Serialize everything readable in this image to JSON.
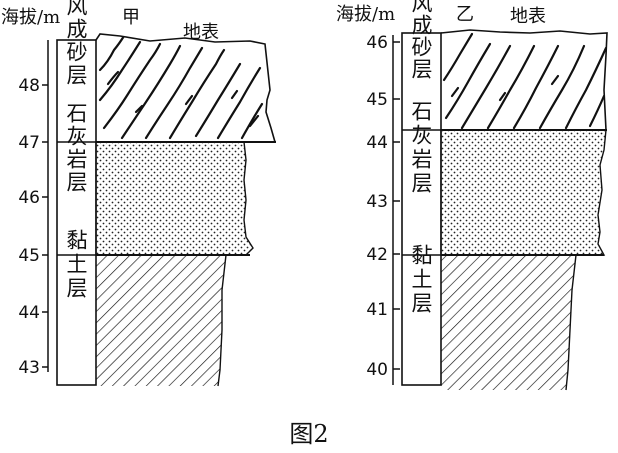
{
  "figure_caption": "图2",
  "columns": [
    {
      "name": "甲",
      "axis_label": "海拔/m",
      "surface_label": "地表",
      "ticks": [
        "48",
        "47",
        "46",
        "45",
        "44",
        "43"
      ],
      "layers": [
        {
          "label": "风成砂层",
          "top_m": 49.0,
          "bottom_m": 47.0,
          "pattern": "wavy-diagonal"
        },
        {
          "label": "石灰岩层",
          "top_m": 47.0,
          "bottom_m": 45.0,
          "pattern": "dots"
        },
        {
          "label": "黏土层",
          "top_m": 45.0,
          "bottom_m": 42.8,
          "pattern": "diagonal-hatch"
        }
      ]
    },
    {
      "name": "乙",
      "axis_label": "海拔/m",
      "surface_label": "地表",
      "ticks": [
        "46",
        "45",
        "44",
        "43",
        "42",
        "41",
        "40"
      ],
      "layers": [
        {
          "label": "风成砂层",
          "top_m": 46.1,
          "bottom_m": 44.3,
          "pattern": "wavy-diagonal"
        },
        {
          "label": "石灰岩层",
          "top_m": 44.3,
          "bottom_m": 42.0,
          "pattern": "dots"
        },
        {
          "label": "黏土层",
          "top_m": 42.0,
          "bottom_m": 39.8,
          "pattern": "diagonal-hatch"
        }
      ]
    }
  ]
}
